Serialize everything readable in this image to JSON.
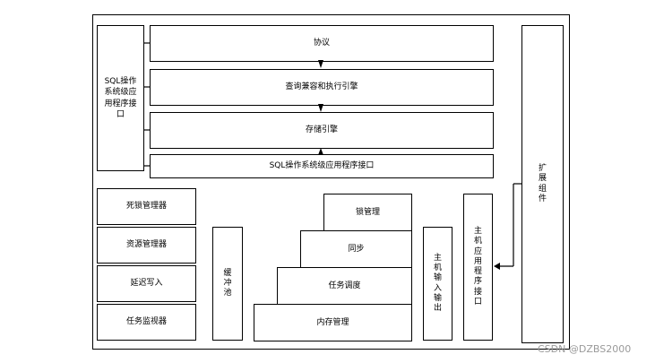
{
  "diagram": {
    "sql_api_side": "SQL操作系统级应用程序接口",
    "layers": {
      "protocol": "协议",
      "query_engine": "查询兼容和执行引擎",
      "storage_engine": "存储引擎",
      "sql_api_bar": "SQL操作系统级应用程序接口"
    },
    "managers": {
      "deadlock": "死锁管理器",
      "resource": "资源管理器",
      "lazy_write": "延迟写入",
      "task_monitor": "任务监视器"
    },
    "buffer_pool": "缓冲池",
    "stack": {
      "lock": "锁管理",
      "sync": "同步",
      "scheduler": "任务调度",
      "memory": "内存管理"
    },
    "host_io": "主机输入输出",
    "host_api": "主机应用程序接口",
    "extension": "扩展组件"
  },
  "watermark": "CSDN @DZBS2000"
}
